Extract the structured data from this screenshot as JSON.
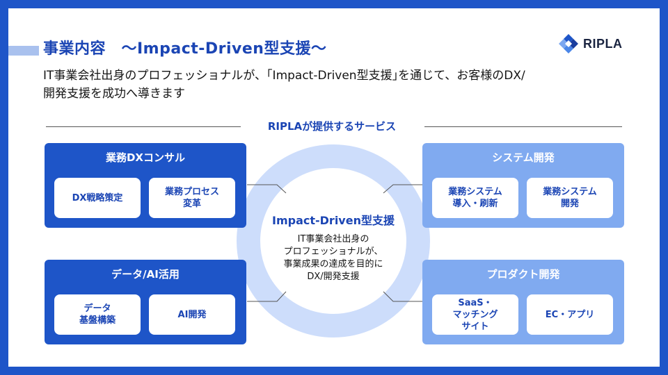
{
  "header": {
    "title": "事業内容　～Impact-Driven型支援～",
    "logo_text": "RIPLA",
    "logo_icon": "ripla-logo-icon"
  },
  "intro": {
    "line1": "IT事業会社出身のプロフェッショナルが、｢Impact-Driven型支援｣を通じて、お客様のDX/",
    "line2": "開発支援を成功へ導きます"
  },
  "services_heading": "RIPLAが提供するサービス",
  "center": {
    "title": "Impact-Driven型支援",
    "desc_lines": [
      "IT事業会社出身の",
      "プロフェッショナルが、",
      "事業成果の達成を目的に",
      "DX/開発支援"
    ]
  },
  "boxes": [
    {
      "title": "業務DXコンサル",
      "items": [
        [
          "DX戦略策定"
        ],
        [
          "業務プロセス",
          "変革"
        ]
      ]
    },
    {
      "title": "システム開発",
      "items": [
        [
          "業務システム",
          "導入・刷新"
        ],
        [
          "業務システム",
          "開発"
        ]
      ]
    },
    {
      "title": "データ/AI活用",
      "items": [
        [
          "データ",
          "基盤構築"
        ],
        [
          "AI開発"
        ]
      ]
    },
    {
      "title": "プロダクト開発",
      "items": [
        [
          "SaaS・",
          "マッチング",
          "サイト"
        ],
        [
          "EC・アプリ"
        ]
      ]
    }
  ],
  "colors": {
    "frame": "#1e55c8",
    "accent": "#1b45b4",
    "box_dark": "#1e55c8",
    "box_light": "#80aaf0",
    "ring": "#cdddfb"
  }
}
